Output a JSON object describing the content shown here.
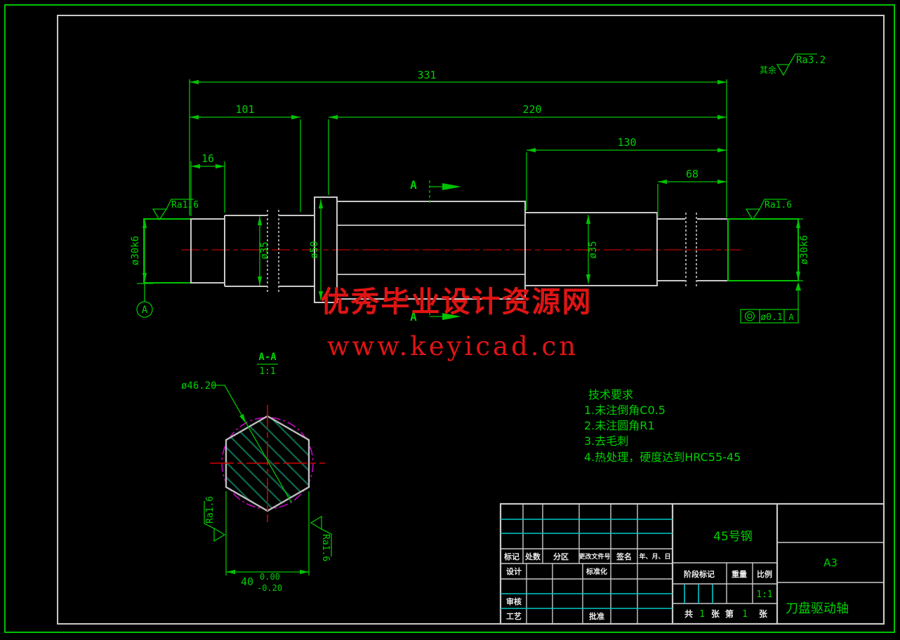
{
  "drawing": {
    "part_name": "刀盘驱动轴",
    "material": "45号钢",
    "sheet_size": "A3",
    "scale": "1:1"
  },
  "dims": {
    "d331": "331",
    "d101": "101",
    "d220": "220",
    "d130": "130",
    "d68": "68",
    "d16": "16",
    "dia30k6_left": "ø30k6",
    "dia35_left": "ø35",
    "dia50": "ø50",
    "dia35_right": "ø35",
    "dia30k6_right": "ø30k6",
    "hex_dia": "ø46.20",
    "hex_width": "40",
    "tol_up": "0.00",
    "tol_dn": "-0.20"
  },
  "roughness": {
    "rest_label": "其余",
    "rest_value": "Ra3.2",
    "left": "Ra1.6",
    "right": "Ra1.6",
    "hex_left": "Ra1.6",
    "hex_right": "Ra1.6"
  },
  "section": {
    "mark": "A",
    "mark2": "A",
    "view_title": "A-A",
    "view_scale": "1:1"
  },
  "datum": {
    "label": "A"
  },
  "tolerance_frame": {
    "value": "ø0.1",
    "datum": "A"
  },
  "tech": {
    "title": "技术要求",
    "items": [
      "1.未注倒角C0.5",
      "2.未注圆角R1",
      "3.去毛刺",
      "4.热处理，硬度达到HRC55-45"
    ]
  },
  "watermark": {
    "line1": "优秀毕业设计资源网",
    "line2": "www.keyicad.cn"
  },
  "title_block": {
    "revision_headers": [
      "标记",
      "处数",
      "分区",
      "更改文件号",
      "签名",
      "年、月、日"
    ],
    "roles": {
      "design": "设计",
      "standardize": "标准化",
      "check": "审核",
      "process": "工艺",
      "approve": "批准"
    },
    "stage_headers": [
      "阶段标记",
      "重量",
      "比例"
    ],
    "scale_value": "1:1",
    "sheet_info": {
      "gong": "共",
      "n1": "1",
      "zhang1": "张",
      "di": "第",
      "n2": "1",
      "zhang2": "张"
    },
    "material": "45号钢",
    "sheet_size": "A3",
    "part_name": "刀盘驱动轴"
  },
  "colors": {
    "line_green": "#00c300",
    "outline_white": "#c9c9c9",
    "table_cyan": "#00c9c9",
    "centerline_red": "#9e0000",
    "crosshair_red": "#d40000",
    "circle_magenta": "#c800c8",
    "hatch_green": "#0d6b50",
    "watermark_red": "#e01414",
    "background": "#000000"
  }
}
